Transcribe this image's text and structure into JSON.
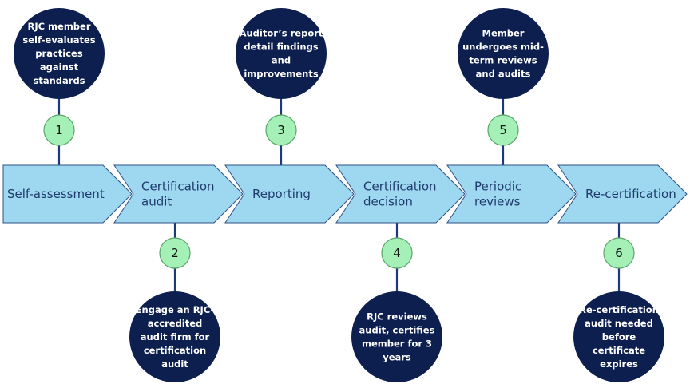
{
  "title": "RJC certification process",
  "colors": {
    "chevron_fill": "#9ed8f0",
    "chevron_stroke": "#2f4f86",
    "chevron_text": "#1e3a6b",
    "step_number_fill": "#a4f0b6",
    "description_fill": "#0c1f4f",
    "connector": "#1b3a78"
  },
  "steps": [
    {
      "number": "1",
      "label_lines": [
        "Self-assessment"
      ],
      "description_position": "top",
      "description_lines": [
        "RJC member",
        "self-evaluates",
        "practices",
        "against",
        "standards"
      ]
    },
    {
      "number": "2",
      "label_lines": [
        "Certification",
        "audit"
      ],
      "description_position": "bottom",
      "description_lines": [
        "Engage an RJC-",
        "accredited",
        "audit firm for",
        "certification",
        "audit"
      ]
    },
    {
      "number": "3",
      "label_lines": [
        "Reporting"
      ],
      "description_position": "top",
      "description_lines": [
        "Auditor’s report",
        "detail findings",
        "and",
        "improvements"
      ]
    },
    {
      "number": "4",
      "label_lines": [
        "Certification",
        "decision"
      ],
      "description_position": "bottom",
      "description_lines": [
        "RJC reviews",
        "audit, certifies",
        "member for 3",
        "years"
      ]
    },
    {
      "number": "5",
      "label_lines": [
        "Periodic",
        "reviews"
      ],
      "description_position": "top",
      "description_lines": [
        "Member",
        "undergoes mid-",
        "term reviews",
        "and audits"
      ]
    },
    {
      "number": "6",
      "label_lines": [
        "Re-certification"
      ],
      "description_position": "bottom",
      "description_lines": [
        "Re-certification",
        "audit needed",
        "before",
        "certificate",
        "expires"
      ]
    }
  ]
}
